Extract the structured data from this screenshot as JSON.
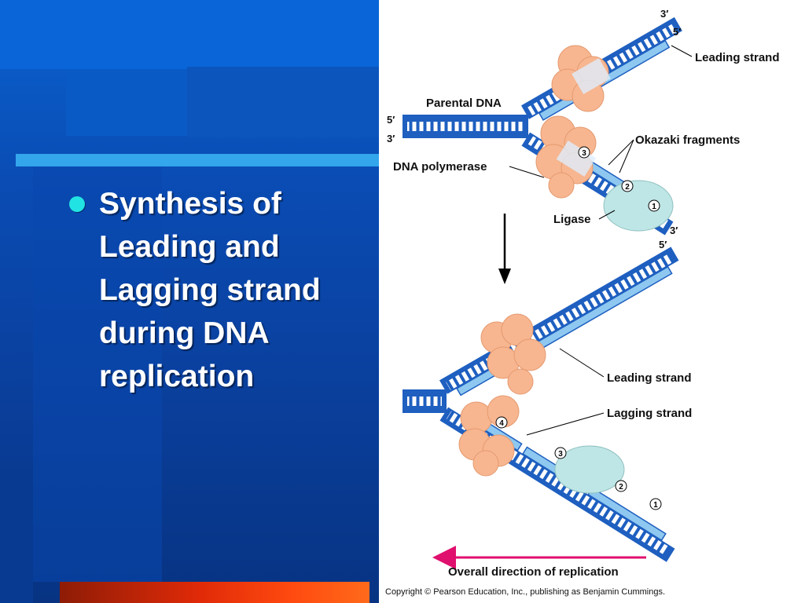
{
  "slide": {
    "bullet_text": "Synthesis of Leading and Lagging strand during DNA replication"
  },
  "figure": {
    "top": {
      "parental_dna": "Parental DNA",
      "leading_strand": "Leading strand",
      "okazaki_fragments": "Okazaki fragments",
      "dna_polymerase": "DNA polymerase",
      "ligase": "Ligase",
      "pol_left_top": "5′",
      "pol_left_bottom": "3′",
      "pol_upper_top": "3′",
      "pol_upper_bottom": "5′",
      "pol_lower_top": "3′",
      "pol_lower_bottom": "5′",
      "steps": [
        "1",
        "2",
        "3"
      ]
    },
    "bottom": {
      "leading_strand": "Leading strand",
      "lagging_strand": "Lagging strand",
      "steps": [
        "1",
        "2",
        "3",
        "4"
      ]
    },
    "overall_direction": "Overall direction of replication",
    "copyright": "Copyright © Pearson Education, Inc., publishing as Benjamin Cummings."
  },
  "colors": {
    "slide_blue": "#0a4cb4",
    "bullet": "#22e3e3",
    "parental_strand": "#1e5fc0",
    "new_strand": "#8ec8f0",
    "polymerase": "#f7b690",
    "ligase": "#bfe6e6",
    "arrow": "#e0106e",
    "bar": "#e02a08"
  }
}
